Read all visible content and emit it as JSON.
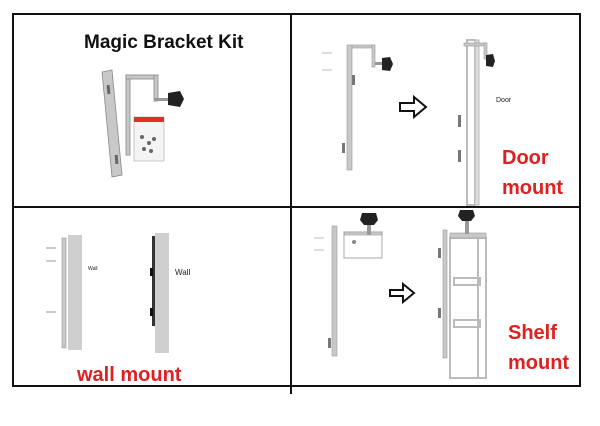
{
  "panels": {
    "kit": {
      "title": "Magic Bracket Kit"
    },
    "door": {
      "door_label": "Door",
      "mount_line1": "Door",
      "mount_line2": "mount"
    },
    "wall": {
      "wall_label": "Wall",
      "mount_label": "wall mount"
    },
    "shelf": {
      "mount_line1": "Shelf",
      "mount_line2": "mount"
    }
  },
  "colors": {
    "label_red": "#e02020",
    "border": "#111111",
    "metal": "#c8c8c8",
    "wall_gray": "#cfcfcf"
  },
  "icons": [
    "bracket-strip-icon",
    "hook-bracket-icon",
    "knob-icon",
    "screw-bag-icon",
    "arrow-right-icon",
    "door-outline-icon",
    "shelf-outline-icon",
    "wall-slab-icon"
  ]
}
